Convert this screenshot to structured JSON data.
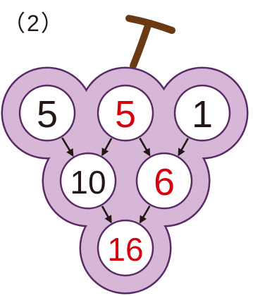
{
  "puzzle_label": "（2）",
  "colors": {
    "grape_fill": "#D6B7D8",
    "grape_outline": "#5A2A67",
    "stem": "#6B3A13",
    "given_number": "#231815",
    "answer_number": "#D7000F",
    "arrow": "#231815"
  },
  "rows": [
    [
      {
        "value": "5",
        "kind": "given"
      },
      {
        "value": "5",
        "kind": "answer"
      },
      {
        "value": "1",
        "kind": "given"
      }
    ],
    [
      {
        "value": "10",
        "kind": "given"
      },
      {
        "value": "6",
        "kind": "answer"
      }
    ],
    [
      {
        "value": "16",
        "kind": "answer"
      }
    ]
  ]
}
